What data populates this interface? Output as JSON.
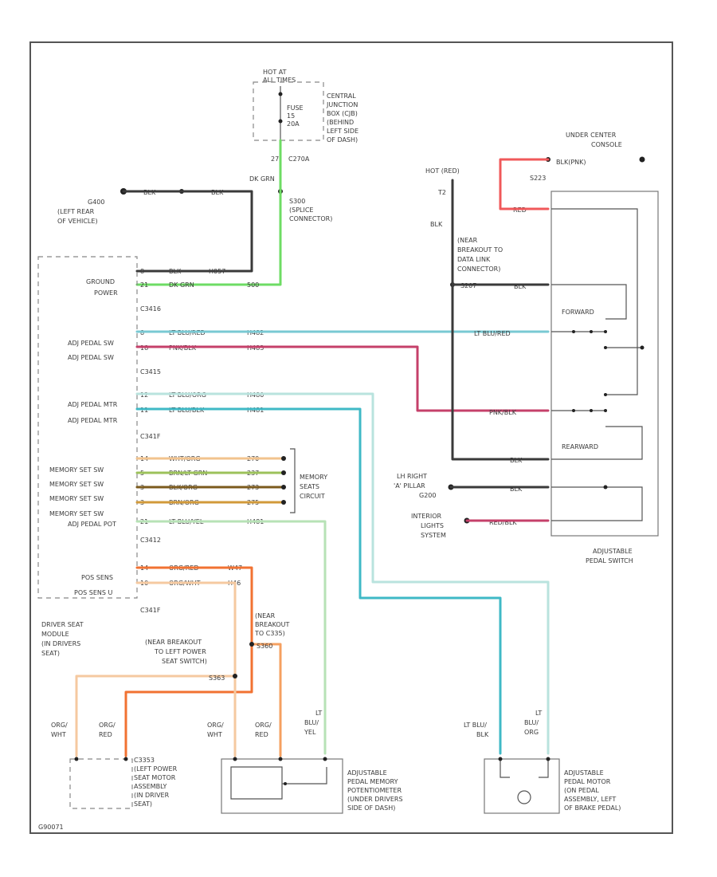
{
  "colors": {
    "black": "#3a3a3a",
    "dk_green": "#6edc64",
    "lt_blue_red": "#79c9d3",
    "pink_black": "#c5406a",
    "lt_blue_org": "#b9e3de",
    "lt_blue_black": "#3fb9c6",
    "wht_org": "#f2c38e",
    "brn_lt_grn": "#9cc25a",
    "blk_org": "#7b5a1c",
    "brn_org": "#d29a3a",
    "lt_blue_yel": "#b7e2b6",
    "org_red": "#f17232",
    "org_wht": "#f5c9a0",
    "red": "#f0585a"
  },
  "labels": {
    "hot_at_all_times": [
      "HOT AT",
      "ALL TIMES"
    ],
    "fuse": [
      "FUSE",
      "15",
      "20A"
    ],
    "central_junction": [
      "CENTRAL",
      "JUNCTION",
      "BOX (CJB)",
      "(BEHIND",
      "LEFT SIDE",
      "OF DASH)"
    ],
    "pin_27": "27",
    "c270a": "C270A",
    "dk_grn_top": "DK GRN",
    "s300": [
      "S300",
      "(SPLICE",
      "CONNECTOR)"
    ],
    "g400": [
      "G400",
      "(LEFT REAR",
      "OF VEHICLE)"
    ],
    "blk_top_a": "BLK",
    "blk_top_b": "BLK",
    "hot_run": [
      "HOT (RED)"
    ],
    "t2": "T2",
    "blk_right": "BLK",
    "s223": "S223",
    "red_right": "RED",
    "under_center_console": [
      "UNDER CENTER",
      "CONSOLE"
    ],
    "blk_pnk_right": "BLK(PNK)",
    "wear_breakout_data": [
      "(NEAR",
      "BREAKOUT TO",
      "DATA LINK",
      "CONNECTOR)"
    ],
    "s207": "S207",
    "blk_s207": "BLK",
    "forward": "FORWARD",
    "lt_blu_red_right": "LT BLU/RED",
    "pnk_blk_right": "PNK/BLK",
    "rearward": "REARWARD",
    "blk_rear": "BLK",
    "lt_right": [
      "LH RIGHT",
      "'A' PILLAR",
      "G200"
    ],
    "blk_g200": "BLK",
    "interior_lights": [
      "INTERIOR",
      "LIGHTS",
      "SYSTEM"
    ],
    "red_blk_right": "RED/BLK",
    "adjustable_pedal_switch": [
      "ADJUSTABLE",
      "PEDAL SWITCH"
    ],
    "module_pins": {
      "ground": "GROUND",
      "power": "POWER",
      "c3416": "C3416",
      "adj_pedal_sw1": "ADJ PEDAL SW",
      "adj_pedal_sw2": "ADJ PEDAL SW",
      "c3415": "C3415",
      "adj_pedal_mtr1": "ADJ PEDAL MTR",
      "adj_pedal_mtr2": "ADJ PEDAL MTR",
      "c341f": "C341F",
      "mem1": "MEMORY SET SW",
      "mem2": "MEMORY SET SW",
      "mem3": "MEMORY SET SW",
      "mem4": "MEMORY SET SW",
      "adj_pedal_pot": "ADJ PEDAL POT",
      "c3412": "C3412",
      "pos_sens": "POS SENS",
      "pos_sens2": "POS SENS U",
      "c341f_b": "C341F"
    },
    "wire_rows": [
      {
        "pin": "8",
        "color": "BLK",
        "circuit": "H057"
      },
      {
        "pin": "21",
        "color": "DK GRN",
        "circuit": "500"
      },
      {
        "pin": "8",
        "color": "LT BLU/RED",
        "circuit": "H482"
      },
      {
        "pin": "18",
        "color": "PNK/BLK",
        "circuit": "H483"
      },
      {
        "pin": "12",
        "color": "LT BLU/ORG",
        "circuit": "H480"
      },
      {
        "pin": "11",
        "color": "LT BLU/BLK",
        "circuit": "H481"
      },
      {
        "pin": "14",
        "color": "WHT/ORG",
        "circuit": "270"
      },
      {
        "pin": "5",
        "color": "BRN/LT GRN",
        "circuit": "237"
      },
      {
        "pin": "3",
        "color": "BLK/ORG",
        "circuit": "273"
      },
      {
        "pin": "3",
        "color": "BRN/ORG",
        "circuit": "275"
      },
      {
        "pin": "21",
        "color": "LT BLU/YEL",
        "circuit": "H481"
      },
      {
        "pin": "14",
        "color": "ORG/RED",
        "circuit": "W47"
      },
      {
        "pin": "10",
        "color": "ORG/WHT",
        "circuit": "H46"
      }
    ],
    "memory_seats_circuit": [
      "MEMORY",
      "SEATS",
      "CIRCUIT"
    ],
    "driver_seat_module": [
      "DRIVER SEAT",
      "MODULE",
      "(IN DRIVERS",
      "SEAT)"
    ],
    "wear_breakout_c3353": [
      "(NEAR",
      "BREAKOUT",
      "TO C335)"
    ],
    "s360": "S360",
    "wear_breakout_left": [
      "(NEAR BREAKOUT",
      "TO LEFT POWER",
      "SEAT SWITCH)"
    ],
    "s363": "S363",
    "bottom_colors": {
      "org_wht_l": [
        "ORG/",
        "WHT"
      ],
      "org_red_l": [
        "ORG/",
        "RED"
      ],
      "org_wht_m": [
        "ORG/",
        "WHT"
      ],
      "org_red_m": [
        "ORG/",
        "RED"
      ],
      "lt_blu_yel": [
        "LT",
        "BLU/",
        "YEL"
      ],
      "lt_blu_blk": [
        "LT BLU/",
        "BLK"
      ],
      "lt_blu_org": [
        "LT",
        "BLU/",
        "ORG"
      ]
    },
    "c3353": [
      "C3353",
      "(LEFT POWER",
      "SEAT MOTOR",
      "ASSEMBLY",
      "(IN DRIVER",
      "SEAT)"
    ],
    "pedal_memory_pot": [
      "ADJUSTABLE",
      "PEDAL MEMORY",
      "POTENTIOMETER",
      "(UNDER DRIVERS",
      "SIDE OF DASH)"
    ],
    "pedal_motor": [
      "ADJUSTABLE",
      "PEDAL MOTOR",
      "(ON PEDAL",
      "ASSEMBLY, LEFT",
      "OF BRAKE PEDAL)"
    ],
    "footer_code": "G90071"
  }
}
